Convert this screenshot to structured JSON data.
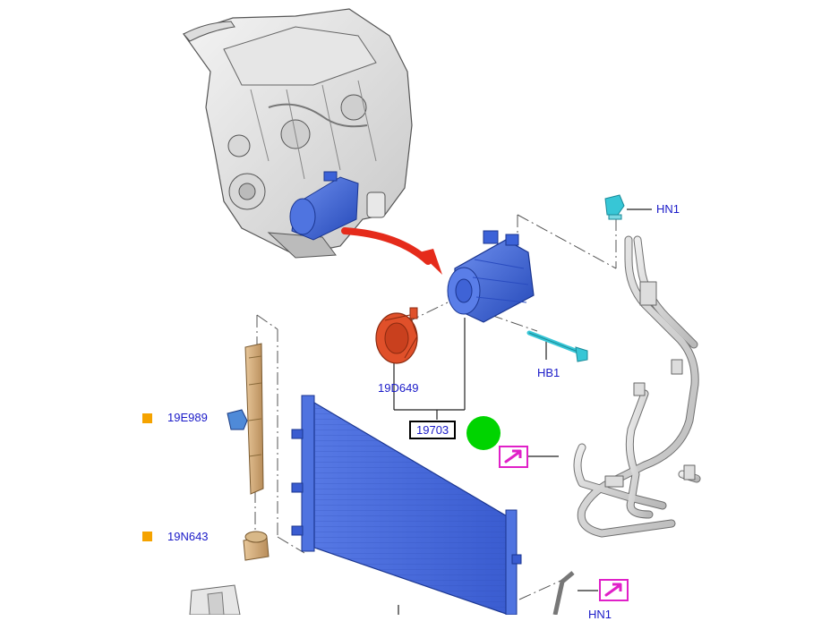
{
  "callouts": {
    "hn1_top": "HN1",
    "hb1": "HB1",
    "clutch": "19D649",
    "compressor": "19703",
    "bracket": "19E989",
    "dryer_cap": "19N643",
    "hn1_bottom": "HN1"
  },
  "colors": {
    "callout_text": "#1a1ac8",
    "link_frame": "#e020c8",
    "marker": "#f5a300",
    "highlight": "#00d400",
    "compressor": "#3a64d8",
    "condenser": "#4a6fe0",
    "clutch": "#e0502a",
    "bolt": "#37c6d6",
    "arrow": "#e52b1b"
  },
  "icons": {
    "link": "arrow-link-icon",
    "marker": "square-marker-icon"
  }
}
